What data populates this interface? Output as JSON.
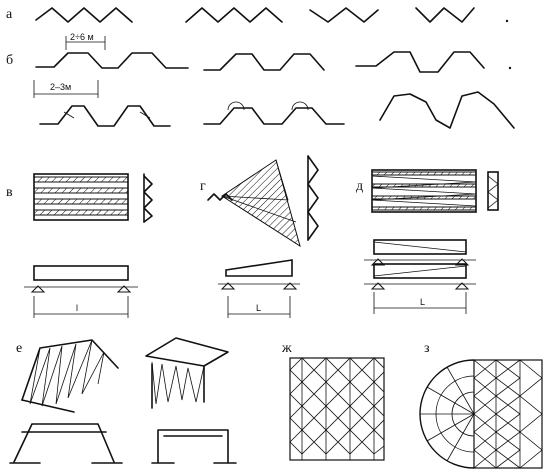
{
  "labels": {
    "a": "а",
    "b": "б",
    "v": "в",
    "g": "г",
    "d": "д",
    "e": "е",
    "zh": "ж",
    "z": "з"
  },
  "dimensions": {
    "fold_height": "2÷6 м",
    "fold_width": "2–3м",
    "span_v": "l",
    "span_g": "L",
    "span_d": "L"
  }
}
